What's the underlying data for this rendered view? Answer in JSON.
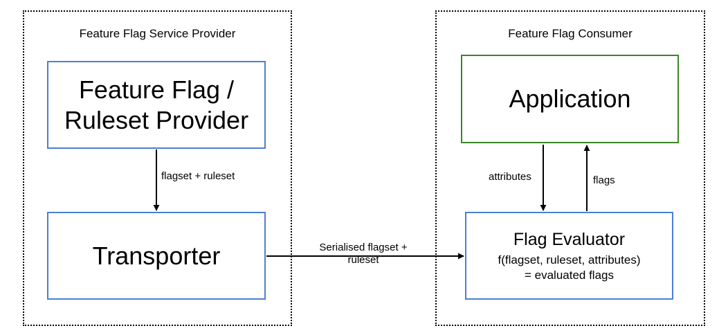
{
  "provider_group": {
    "title": "Feature Flag Service Provider",
    "ruleset_provider": "Feature Flag /\nRuleset Provider",
    "transporter": "Transporter",
    "edge_label": "flagset + ruleset"
  },
  "consumer_group": {
    "title": "Feature Flag Consumer",
    "application": "Application",
    "evaluator_title": "Flag Evaluator",
    "evaluator_formula": "f(flagset, ruleset, attributes)",
    "evaluator_result": "= evaluated flags",
    "attributes_label": "attributes",
    "flags_label": "flags"
  },
  "cross_edge": {
    "label_line1": "Serialised flagset +",
    "label_line2": "ruleset"
  },
  "colors": {
    "blue_border": "#4a7fd0",
    "green_border": "#3d8426"
  }
}
